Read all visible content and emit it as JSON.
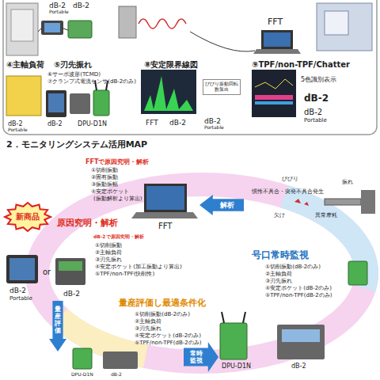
{
  "diagram": {
    "title": "2．モニタリングシステム活用MAP",
    "nodes": [
      {
        "text": [
          "びびり振動回転数算出"
        ]
      },
      {
        "text": [
          "新商品"
        ]
      },
      {
        "text": [
          "解析"
        ]
      },
      {
        "text": [
          "量産評価"
        ]
      },
      {
        "text": [
          "常時監視"
        ]
      }
    ],
    "labels": [
      "dB-2",
      "Portable",
      "dB-2",
      "FFT",
      "④主軸負荷",
      "⑤刃先振れ",
      "⑥サーボ波形(TCMD)",
      "⑦クランプ式電流センサ(dB-2のみ)",
      "⑧安定限界線図",
      "⑨TPF/non-TPF/Chatter",
      "dB-2",
      "Portable",
      "dB-2",
      "DPU-D1N",
      "FFT",
      "dB-2",
      "dB-2",
      "Portable",
      "5色識別表示",
      "dB-2",
      "dB-2",
      "Portable",
      "FFTで原因究明・解析",
      "①切削振動",
      "②固有振動",
      "③振動振幅",
      "④安定ポケット",
      "(振動解析より算出)",
      "FFT",
      "びびり",
      "振れ",
      "慣性不具合・突発不具合発生",
      "欠け",
      "異常摩耗",
      "原因究明・解析",
      "dB-2で原因究明・解析",
      "①切削振動",
      "②主軸負荷",
      "③刃先振れ",
      "④安定ポケット(加工振動より算出)",
      "⑤TPF/non-TPF(快削性)",
      "dB-2",
      "Portable",
      "or",
      "dB-2",
      "号口常時監視",
      "①切削振動(dB-2のみ)",
      "②主軸負荷",
      "③刃先振れ",
      "④安定ポケット(dB-2のみ)",
      "⑤TPF/non-TPF(dB-2のみ)",
      "量産評価し最適条件化",
      "①切削振動(dB-2のみ)",
      "②主軸負荷",
      "③刃先振れ",
      "④安定ポケット(dB-2のみ)",
      "⑤TPF/non-TPF(dB-2のみ)",
      "DPU-D1N",
      "dB-2",
      "DPU-D1N",
      "dB-2"
    ]
  }
}
